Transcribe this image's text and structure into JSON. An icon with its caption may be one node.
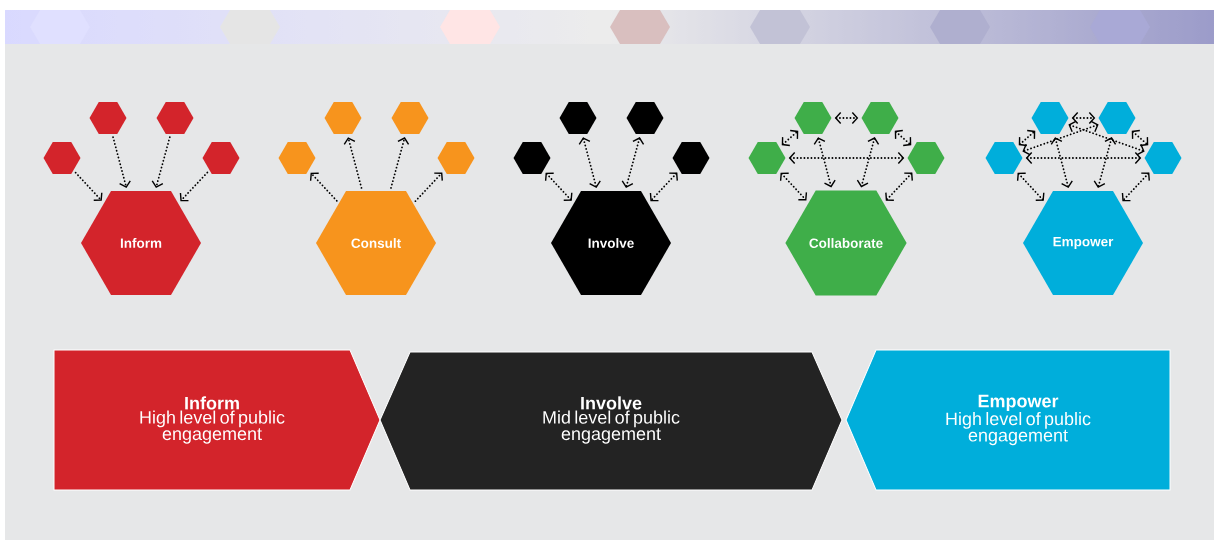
{
  "diagram": {
    "nodes": [
      {
        "text": [
          "Inform"
        ]
      },
      {
        "text": [],
        "shape": "hexagon"
      },
      {
        "text": [],
        "shape": "hexagon"
      },
      {
        "text": [],
        "shape": "hexagon"
      },
      {
        "text": [],
        "shape": "hexagon"
      },
      {
        "text": [
          "Consult"
        ]
      },
      {
        "text": [],
        "shape": "hexagon"
      },
      {
        "text": [],
        "shape": "hexagon"
      },
      {
        "text": [],
        "shape": "hexagon"
      },
      {
        "text": [],
        "shape": "hexagon"
      },
      {
        "text": [
          "Involve"
        ]
      },
      {
        "text": [],
        "shape": "hexagon"
      },
      {
        "text": [],
        "shape": "hexagon"
      },
      {
        "text": [],
        "shape": "hexagon"
      },
      {
        "text": [],
        "shape": "hexagon"
      },
      {
        "text": [
          "Collaborate"
        ]
      },
      {
        "text": [],
        "shape": "hexagon"
      },
      {
        "text": [],
        "shape": "hexagon"
      },
      {
        "text": [],
        "shape": "hexagon"
      },
      {
        "text": [],
        "shape": "hexagon"
      },
      {
        "text": [
          "Empower"
        ]
      },
      {
        "text": [],
        "shape": "hexagon"
      },
      {
        "text": [],
        "shape": "hexagon"
      },
      {
        "text": [],
        "shape": "hexagon"
      },
      {
        "text": [],
        "shape": "hexagon"
      },
      {
        "text": [
          "Inform",
          "High level of public engagement"
        ]
      },
      {
        "text": [
          "Involve",
          "Mid level of public engagement"
        ]
      },
      {
        "text": [
          "Empower",
          "High level of public engagement"
        ]
      }
    ],
    "edges": [
      {
        "from": 1,
        "to": 0,
        "arrow": "to"
      },
      {
        "from": 2,
        "to": 0,
        "arrow": "to"
      },
      {
        "from": 3,
        "to": 0,
        "arrow": "to"
      },
      {
        "from": 4,
        "to": 0,
        "arrow": "to"
      },
      {
        "from": 5,
        "to": 6,
        "arrow": "to"
      },
      {
        "from": 5,
        "to": 7,
        "arrow": "to"
      },
      {
        "from": 5,
        "to": 8,
        "arrow": "to"
      },
      {
        "from": 5,
        "to": 9,
        "arrow": "to"
      },
      {
        "from": 11,
        "to": 10,
        "arrow": "both"
      },
      {
        "from": 12,
        "to": 10,
        "arrow": "both"
      },
      {
        "from": 13,
        "to": 10,
        "arrow": "both"
      },
      {
        "from": 14,
        "to": 10,
        "arrow": "both"
      },
      {
        "from": 16,
        "to": 15,
        "arrow": "both"
      },
      {
        "from": 17,
        "to": 15,
        "arrow": "both"
      },
      {
        "from": 18,
        "to": 15,
        "arrow": "both"
      },
      {
        "from": 19,
        "to": 15,
        "arrow": "both"
      },
      {
        "from": 16,
        "to": 19,
        "arrow": "both"
      },
      {
        "from": 17,
        "to": 18,
        "arrow": "both"
      },
      {
        "from": 16,
        "to": 17,
        "arrow": "both"
      },
      {
        "from": 18,
        "to": 19,
        "arrow": "both"
      },
      {
        "from": 21,
        "to": 20,
        "arrow": "both"
      },
      {
        "from": 22,
        "to": 20,
        "arrow": "both"
      },
      {
        "from": 23,
        "to": 20,
        "arrow": "both"
      },
      {
        "from": 24,
        "to": 20,
        "arrow": "both"
      },
      {
        "from": 21,
        "to": 24,
        "arrow": "both"
      },
      {
        "from": 22,
        "to": 23,
        "arrow": "both"
      },
      {
        "from": 21,
        "to": 22,
        "arrow": "both"
      },
      {
        "from": 23,
        "to": 24,
        "arrow": "both"
      },
      {
        "from": 22,
        "to": 24,
        "arrow": "both"
      },
      {
        "from": 23,
        "to": 21,
        "arrow": "both"
      }
    ]
  }
}
